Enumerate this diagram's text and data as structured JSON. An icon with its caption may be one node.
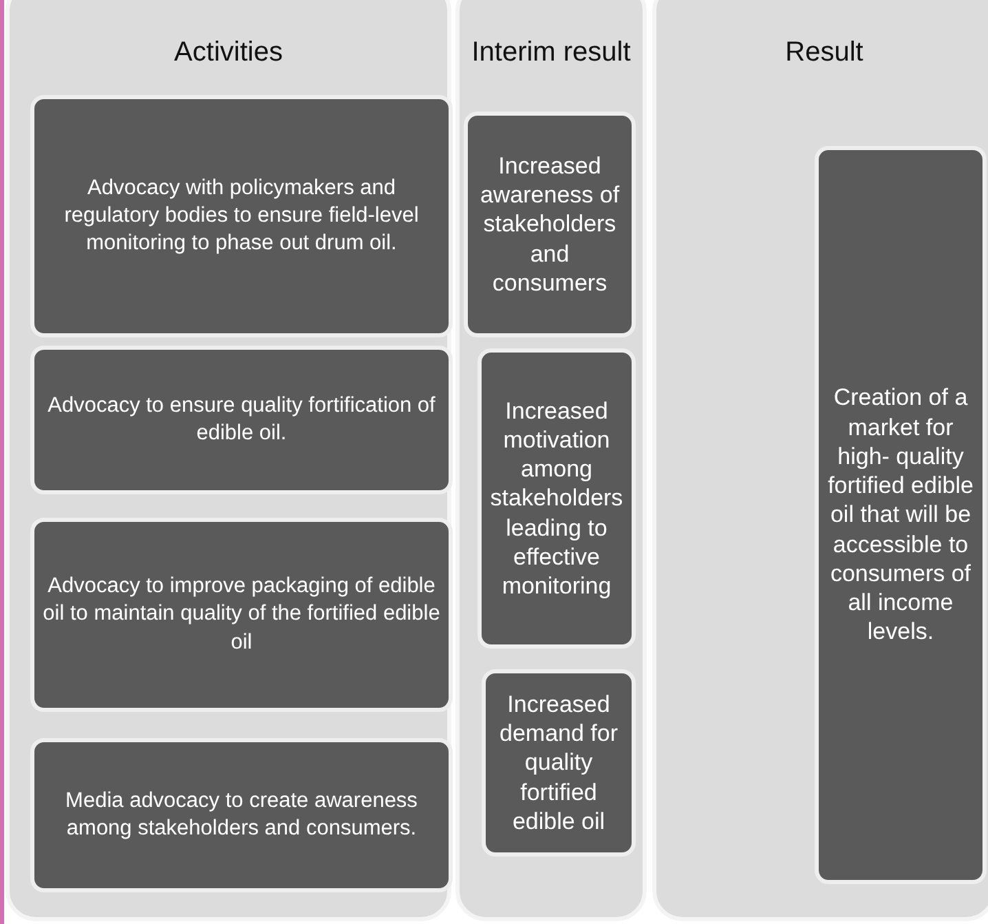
{
  "diagram": {
    "nodes": [
      {
        "text": [
          "Activities"
        ]
      },
      {
        "text": [
          "Advocacy with policymakers and regulatory bodies to ensure field-level monitoring to phase out drum oil."
        ],
        "in": 0
      },
      {
        "text": [
          "Advocacy to ensure quality fortification of edible oil."
        ],
        "in": 0
      },
      {
        "text": [
          "Advocacy to improve packaging of edible oil to maintain quality of the fortified edible oil"
        ],
        "in": 0
      },
      {
        "text": [
          "Media advocacy to create awareness among stakeholders and consumers."
        ],
        "in": 0
      },
      {
        "text": [
          "Interim result"
        ]
      },
      {
        "text": [
          "Increased awareness of stakeholders and consumers"
        ],
        "in": 5
      },
      {
        "text": [
          "Increased motivation among stakeholders leading to effective monitoring"
        ],
        "in": 5
      },
      {
        "text": [
          "Increased demand for quality fortified edible oil"
        ],
        "in": 5
      },
      {
        "text": [
          "Result"
        ]
      },
      {
        "text": [
          "Creation of a market for high- quality fortified edible oil that will be accessible to consumers of all income levels."
        ],
        "in": 9
      }
    ]
  }
}
